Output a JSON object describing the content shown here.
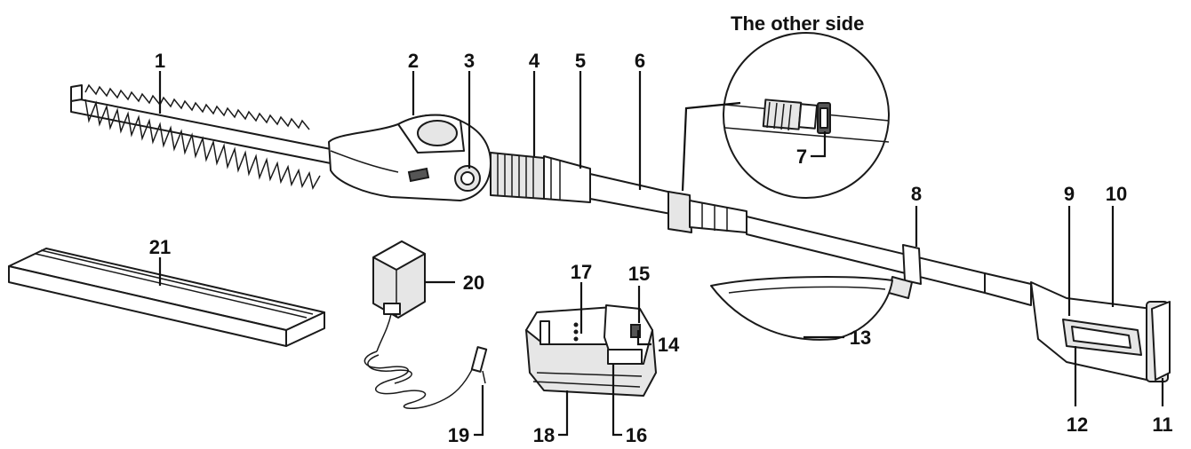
{
  "inset": {
    "title": "The other side"
  },
  "callouts": {
    "c1": "1",
    "c2": "2",
    "c3": "3",
    "c4": "4",
    "c5": "5",
    "c6": "6",
    "c7": "7",
    "c8": "8",
    "c9": "9",
    "c10": "10",
    "c11": "11",
    "c12": "12",
    "c13": "13",
    "c14": "14",
    "c15": "15",
    "c16": "16",
    "c17": "17",
    "c18": "18",
    "c19": "19",
    "c20": "20",
    "c21": "21"
  },
  "colors": {
    "line": "#1a1a1a",
    "background": "#ffffff",
    "shade": "#e6e6e6"
  }
}
